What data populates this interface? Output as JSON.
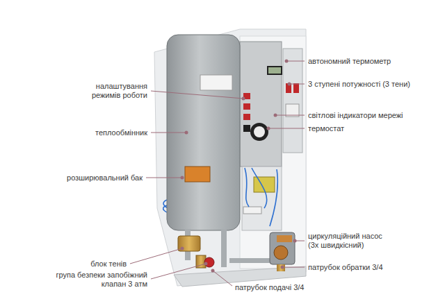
{
  "diagram": {
    "labels": [
      "автономний термометр",
      "налаштування режимів роботи",
      "3 ступені потужності (3 тени)",
      "світлові індикатори мережі",
      "термостат",
      "теплообмінник",
      "розширювальний бак",
      "циркуляційний насос (3х швидкісний)",
      "блок тенів",
      "патрубок обратки 3/4",
      "група безпеки запобіжний клапан 3 атм",
      "патрубок подачі 3/4"
    ]
  }
}
